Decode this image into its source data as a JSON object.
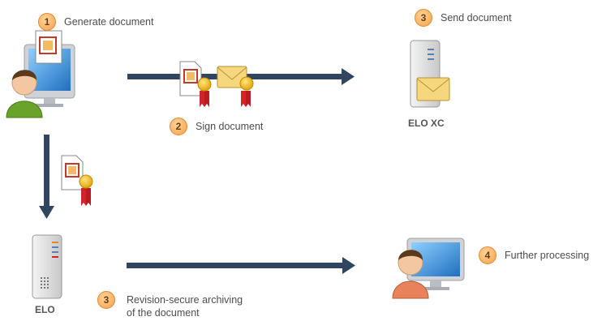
{
  "steps": {
    "generate": {
      "number": "1",
      "label": "Generate document"
    },
    "sign": {
      "number": "2",
      "label": "Sign document"
    },
    "send": {
      "number": "3",
      "label": "Send document"
    },
    "archive": {
      "number": "3",
      "label_line1": "Revision-secure archiving",
      "label_line2": "of the document"
    },
    "further": {
      "number": "4",
      "label": "Further processing"
    }
  },
  "nodes": {
    "elo_xc": "ELO XC",
    "elo": "ELO"
  },
  "colors": {
    "arrow": "#2f4560",
    "badge": "#f3a24a",
    "monitor_screen": "#3a8fd6",
    "envelope": "#f2d27a",
    "seal_ribbon": "#d2232a"
  }
}
